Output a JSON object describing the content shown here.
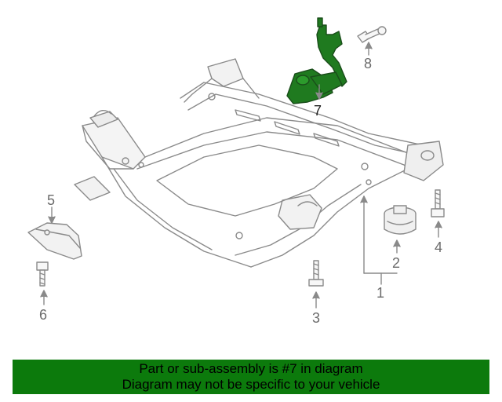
{
  "diagram": {
    "callouts": {
      "c1": "1",
      "c2": "2",
      "c3": "3",
      "c4": "4",
      "c5": "5",
      "c6": "6",
      "c7": "7",
      "c8": "8"
    },
    "highlight_color": "#1f7a1f",
    "line_color": "#8a8a8a"
  },
  "banner": {
    "line1": "Part or sub-assembly is #7 in diagram",
    "line2": "Diagram may not be specific to your vehicle",
    "background": "#0c7a0c"
  }
}
